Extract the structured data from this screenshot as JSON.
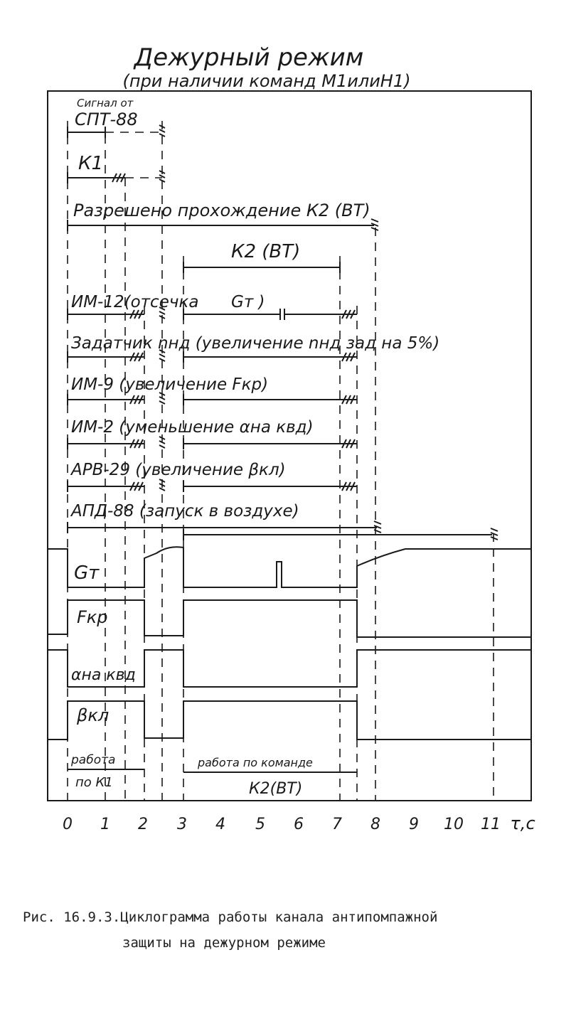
{
  "title": "Дежурный режим",
  "subtitle": "(при наличии команд М1илиН1)",
  "signal_label_line1": "Сигнал от",
  "signal_label_line2": "СПТ-88",
  "k1_label": "К1",
  "k2_allowed_label": "Разрешено прохождение К2 (ВТ)",
  "k2_label": "К2 (ВТ)",
  "rows": [
    {
      "label": "ИМ-12(отсечка",
      "extra": "Gт )"
    },
    {
      "label": "Задатчик nнд (увеличение nнд зад на 5%)",
      "extra": ""
    },
    {
      "label": "ИМ-9 (увеличение Fкр)",
      "extra": ""
    },
    {
      "label": "ИМ-2 (уменьшение αна квд)",
      "extra": ""
    },
    {
      "label": "АРВ-29 (увеличение βкл)",
      "extra": ""
    },
    {
      "label": "АПД-88 (запуск в воздухе)",
      "extra": ""
    }
  ],
  "waveforms": [
    {
      "name": "Gт"
    },
    {
      "name": "Fкр"
    },
    {
      "name": "αна квд"
    },
    {
      "name": "βкл"
    }
  ],
  "work_k1_line1": "работа",
  "work_k1_line2": "по К1",
  "work_k2_line1": "работа по команде",
  "work_k2_line2": "К2(ВТ)",
  "x_ticks": [
    "0",
    "1",
    "2",
    "3",
    "4",
    "5",
    "6",
    "7",
    "8",
    "9",
    "10",
    "11"
  ],
  "x_unit": "τ,с",
  "caption_line1": "Рис. 16.9.3.Циклограмма работы канала антипомпажной",
  "caption_line2": "защиты на дежурном режиме"
}
